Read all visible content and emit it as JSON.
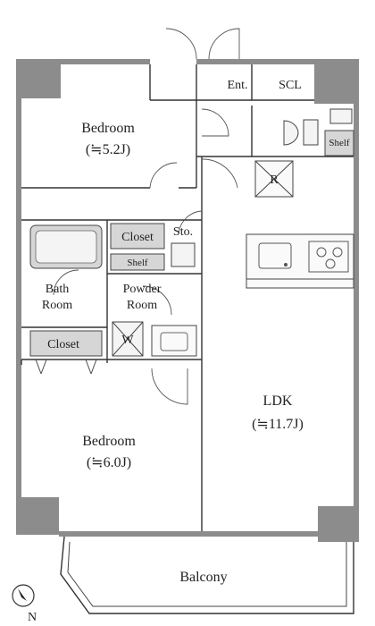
{
  "rooms": {
    "bedroom1": {
      "name": "Bedroom",
      "size": "(≒5.2J)"
    },
    "bedroom2": {
      "name": "Bedroom",
      "size": "(≒6.0J)"
    },
    "ldk": {
      "name": "LDK",
      "size": "(≒11.7J)"
    },
    "entrance": "Ent.",
    "scl": "SCL",
    "shelf_top": "Shelf",
    "refrigerator": "R",
    "closet_upper": "Closet",
    "storage": "Sto.",
    "shelf_mid": "Shelf",
    "bath": {
      "line1": "Bath",
      "line2": "Room"
    },
    "powder": {
      "line1": "Powder",
      "line2": "Room"
    },
    "washer": "W",
    "closet_lower": "Closet",
    "balcony": "Balcony"
  },
  "compass": {
    "label": "N"
  },
  "colors": {
    "wall": "#8c8c8c",
    "fixture": "#d6d6d6",
    "line": "#333333"
  }
}
